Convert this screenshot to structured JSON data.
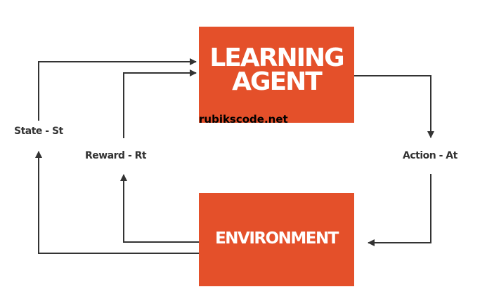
{
  "agent": {
    "title_line1": "LEARNING",
    "title_line2": "AGENT",
    "watermark": "rubikscode.net"
  },
  "environment": {
    "title": "ENVIRONMENT"
  },
  "labels": {
    "state": "State - St",
    "reward": "Reward - Rt",
    "action": "Action - At"
  },
  "colors": {
    "box": "#e4502a",
    "arrow": "#333333",
    "label": "#333333"
  }
}
